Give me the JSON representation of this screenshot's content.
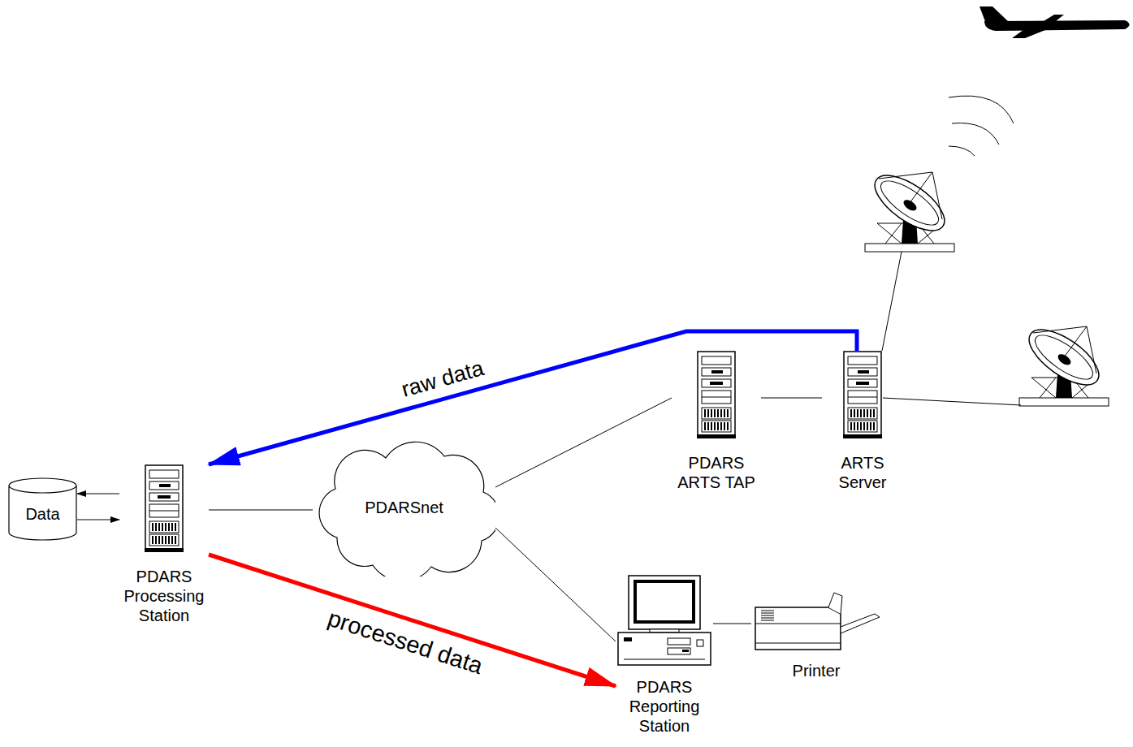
{
  "diagram": {
    "nodes": [
      {
        "text": [
          "Data"
        ]
      },
      {
        "text": [
          "PDARS Processing Station"
        ]
      },
      {
        "text": [
          "PDARSnet"
        ]
      },
      {
        "text": [
          "PDARS ARTS TAP"
        ]
      },
      {
        "text": [
          "ARTS Server"
        ]
      },
      {
        "text": [
          "PDARS Reporting Station"
        ]
      },
      {
        "text": [
          "Printer"
        ]
      }
    ],
    "edges": [
      {
        "from": 1,
        "to": 0,
        "arrow": "to"
      },
      {
        "from": 0,
        "to": 1,
        "arrow": "to"
      },
      {
        "from": 1,
        "to": 2,
        "arrow": "none"
      },
      {
        "from": 2,
        "to": 3,
        "arrow": "none"
      },
      {
        "from": 3,
        "to": 4,
        "arrow": "none"
      },
      {
        "from": 2,
        "to": 5,
        "arrow": "none"
      },
      {
        "from": 5,
        "to": 6,
        "arrow": "none"
      },
      {
        "from": 4,
        "to": 1,
        "label": "raw data",
        "arrow": "to"
      },
      {
        "from": 1,
        "to": 5,
        "label": "processed data",
        "arrow": "to"
      }
    ]
  }
}
